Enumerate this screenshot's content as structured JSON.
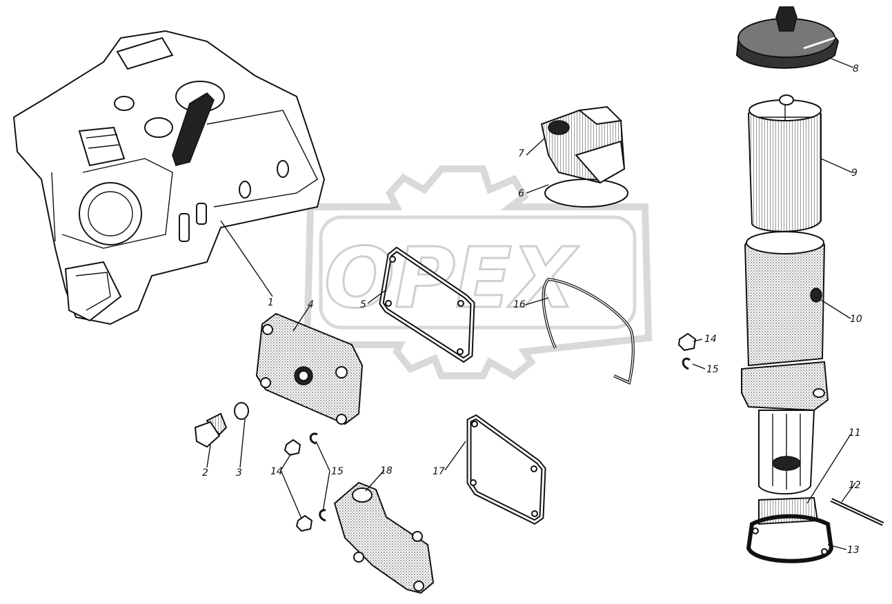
{
  "watermark": {
    "text": "OPEX",
    "gear_color": "#d9d9d9"
  },
  "callouts": [
    {
      "id": "1",
      "text": "1"
    },
    {
      "id": "2",
      "text": "2"
    },
    {
      "id": "3",
      "text": "3"
    },
    {
      "id": "4",
      "text": "4"
    },
    {
      "id": "5",
      "text": "5"
    },
    {
      "id": "6",
      "text": "6"
    },
    {
      "id": "7",
      "text": "7"
    },
    {
      "id": "8",
      "text": "8"
    },
    {
      "id": "9",
      "text": "9"
    },
    {
      "id": "10",
      "text": "10"
    },
    {
      "id": "11",
      "text": "11"
    },
    {
      "id": "12",
      "text": "12"
    },
    {
      "id": "13",
      "text": "13"
    },
    {
      "id": "14a",
      "text": "14"
    },
    {
      "id": "14b",
      "text": "14"
    },
    {
      "id": "15a",
      "text": "15"
    },
    {
      "id": "15b",
      "text": "15"
    },
    {
      "id": "16",
      "text": "16"
    },
    {
      "id": "17",
      "text": "17"
    },
    {
      "id": "18",
      "text": "18"
    }
  ],
  "parts": {
    "housing": "gearbox-housing",
    "cover": "cover-plate",
    "gasket_a": "gasket",
    "gasket_b": "gasket",
    "plug": "drain-plug",
    "ring": "sealing-ring",
    "filler": "filler-neck",
    "cap": "breather-cap",
    "filter": "filter-element",
    "tube": "filler-tube",
    "pin": "cotter-pin",
    "flange_gasket": "flange-gasket",
    "wire": "spring-wire",
    "bracket": "bracket",
    "nut": "nut",
    "washer": "lock-washer"
  }
}
